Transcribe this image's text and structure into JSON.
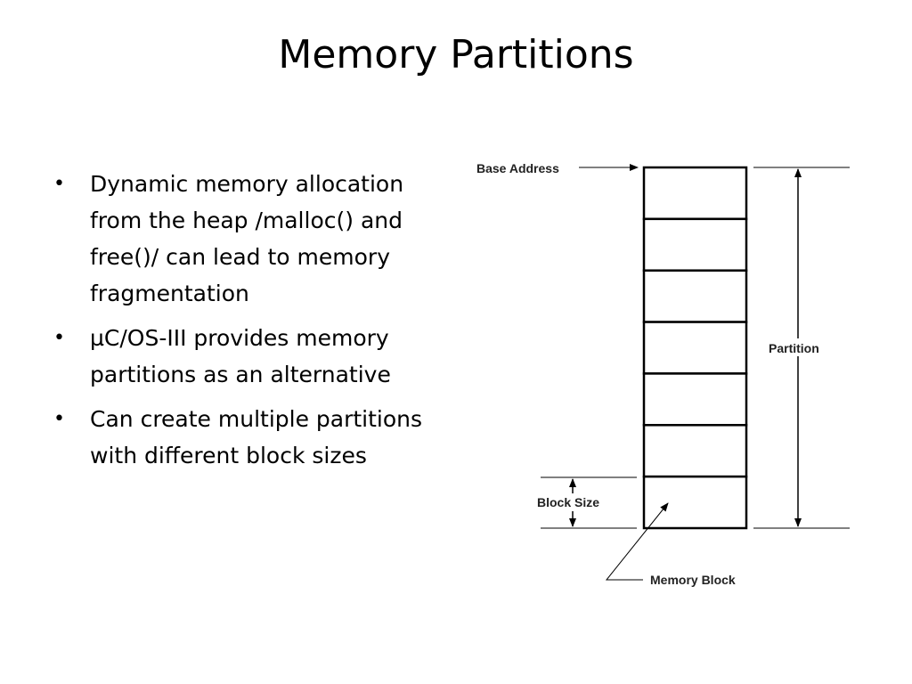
{
  "slide": {
    "title": "Memory Partitions"
  },
  "bullets": [
    "Dynamic memory allocation from the heap /malloc() and free()/ can lead to memory fragmentation",
    "µC/OS-III provides memory partitions as an alternative",
    "Can create multiple partitions with different block sizes"
  ],
  "diagram": {
    "labels": {
      "base_address": "Base Address",
      "partition": "Partition",
      "block_size": "Block Size",
      "memory_block": "Memory Block"
    },
    "block_count": 7
  }
}
